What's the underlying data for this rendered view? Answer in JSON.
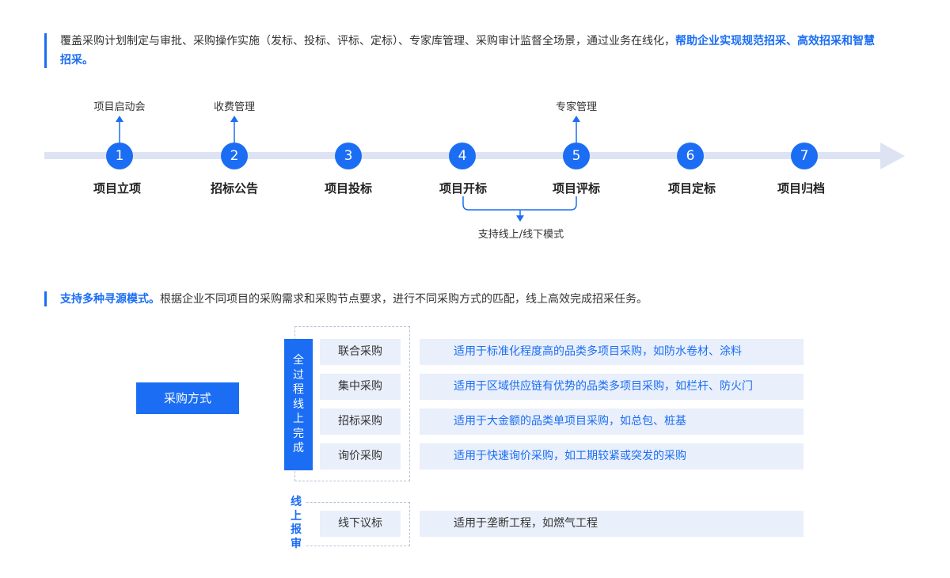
{
  "intro1": {
    "text": "覆盖采购计划制定与审批、采购操作实施（发标、投标、评标、定标）、专家库管理、采购审计监督全场景，通过业务在线化，",
    "highlight": "帮助企业实现规范招采、高效招采和智慧招采。"
  },
  "timeline": {
    "steps": [
      {
        "num": "1",
        "label": "项目立项",
        "above": "项目启动会"
      },
      {
        "num": "2",
        "label": "招标公告",
        "above": "收费管理"
      },
      {
        "num": "3",
        "label": "项目投标",
        "above": ""
      },
      {
        "num": "4",
        "label": "项目开标",
        "above": ""
      },
      {
        "num": "5",
        "label": "项目评标",
        "above": "专家管理"
      },
      {
        "num": "6",
        "label": "项目定标",
        "above": ""
      },
      {
        "num": "7",
        "label": "项目归档",
        "above": ""
      }
    ],
    "bracket_label": "支持线上/线下模式"
  },
  "intro2": {
    "highlight": "支持多种寻源模式。",
    "text": "根据企业不同项目的采购需求和采购节点要求，进行不同采购方式的匹配，线上高效完成招采任务。"
  },
  "methods": {
    "button_label": "采购方式",
    "online_group_label": [
      "全",
      "过",
      "程",
      "线",
      "上",
      "完",
      "成"
    ],
    "offline_group_label": [
      "线",
      "上",
      "报",
      "审"
    ],
    "online": [
      {
        "name": "联合采购",
        "desc": "适用于标准化程度高的品类多项目采购，如防水卷材、涂料"
      },
      {
        "name": "集中采购",
        "desc": "适用于区域供应链有优势的品类多项目采购，如栏杆、防火门"
      },
      {
        "name": "招标采购",
        "desc": "适用于大金额的品类单项目采购，如总包、桩基"
      },
      {
        "name": "询价采购",
        "desc": "适用于快速询价采购，如工期较紧或突发的采购"
      }
    ],
    "offline": [
      {
        "name": "线下议标",
        "desc": "适用于垄断工程，如燃气工程"
      }
    ]
  },
  "colors": {
    "accent": "#1b6ef3",
    "light_bg": "#e9effb",
    "track": "#dde3f3"
  }
}
